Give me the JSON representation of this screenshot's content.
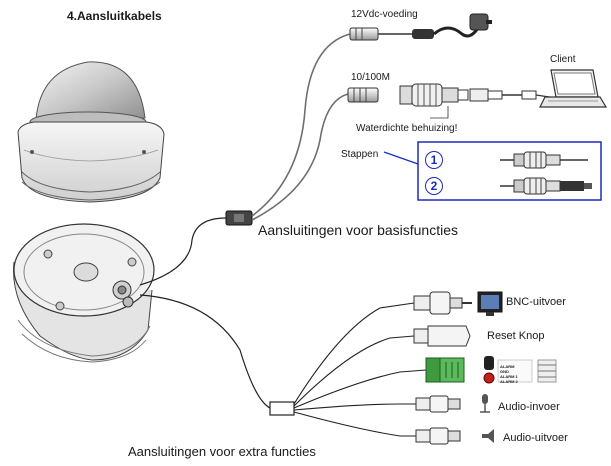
{
  "title": "4.Aansluitkabels",
  "labels": {
    "power": "12Vdc-voeding",
    "network": "10/100M",
    "client": "Client",
    "waterproof": "Waterdichte behuizing!",
    "steps": "Stappen",
    "step1": "1",
    "step2": "2",
    "basic": "Aansluitingen voor basisfuncties",
    "bnc": "BNC-uitvoer",
    "reset": "Reset Knop",
    "audio_in": "Audio-invoer",
    "audio_out": "Audio-uitvoer",
    "extra": "Aansluitingen voor extra functies"
  },
  "alarm_terminal": [
    "ALARM",
    "GND",
    "ALARM 1",
    "ALARM 2"
  ],
  "colors": {
    "accent_blue": "#1b2bbf",
    "cable_gray": "#8a8a8a",
    "line": "#222222"
  }
}
